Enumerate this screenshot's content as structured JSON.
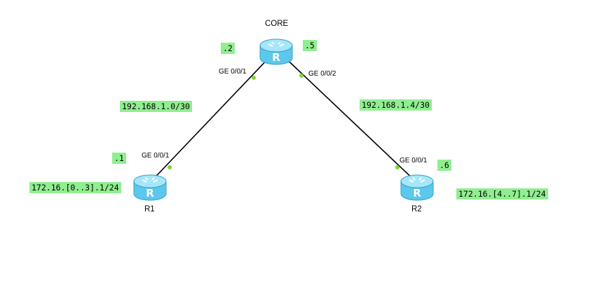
{
  "devices": {
    "core": {
      "name": "CORE",
      "icon": "router-icon"
    },
    "r1": {
      "name": "R1",
      "icon": "router-icon"
    },
    "r2": {
      "name": "R2",
      "icon": "router-icon"
    }
  },
  "links": {
    "core_r1": {
      "subnet": "192.168.1.0/30",
      "core_port": "GE 0/0/1",
      "r1_port": "GE 0/0/1",
      "core_host": ".2",
      "r1_host": ".1"
    },
    "core_r2": {
      "subnet": "192.168.1.4/30",
      "core_port": "GE 0/0/2",
      "r2_port": "GE 0/0/1",
      "core_host": ".5",
      "r2_host": ".6"
    }
  },
  "lans": {
    "r1": "172.16.[0..3].1/24",
    "r2": "172.16.[4..7].1/24"
  },
  "colors": {
    "label_bg": "#90ee90",
    "link": "#000000",
    "port_dot": "#7fd23a",
    "router_body": "#5bc8ec",
    "router_top": "#a6e6fa"
  }
}
